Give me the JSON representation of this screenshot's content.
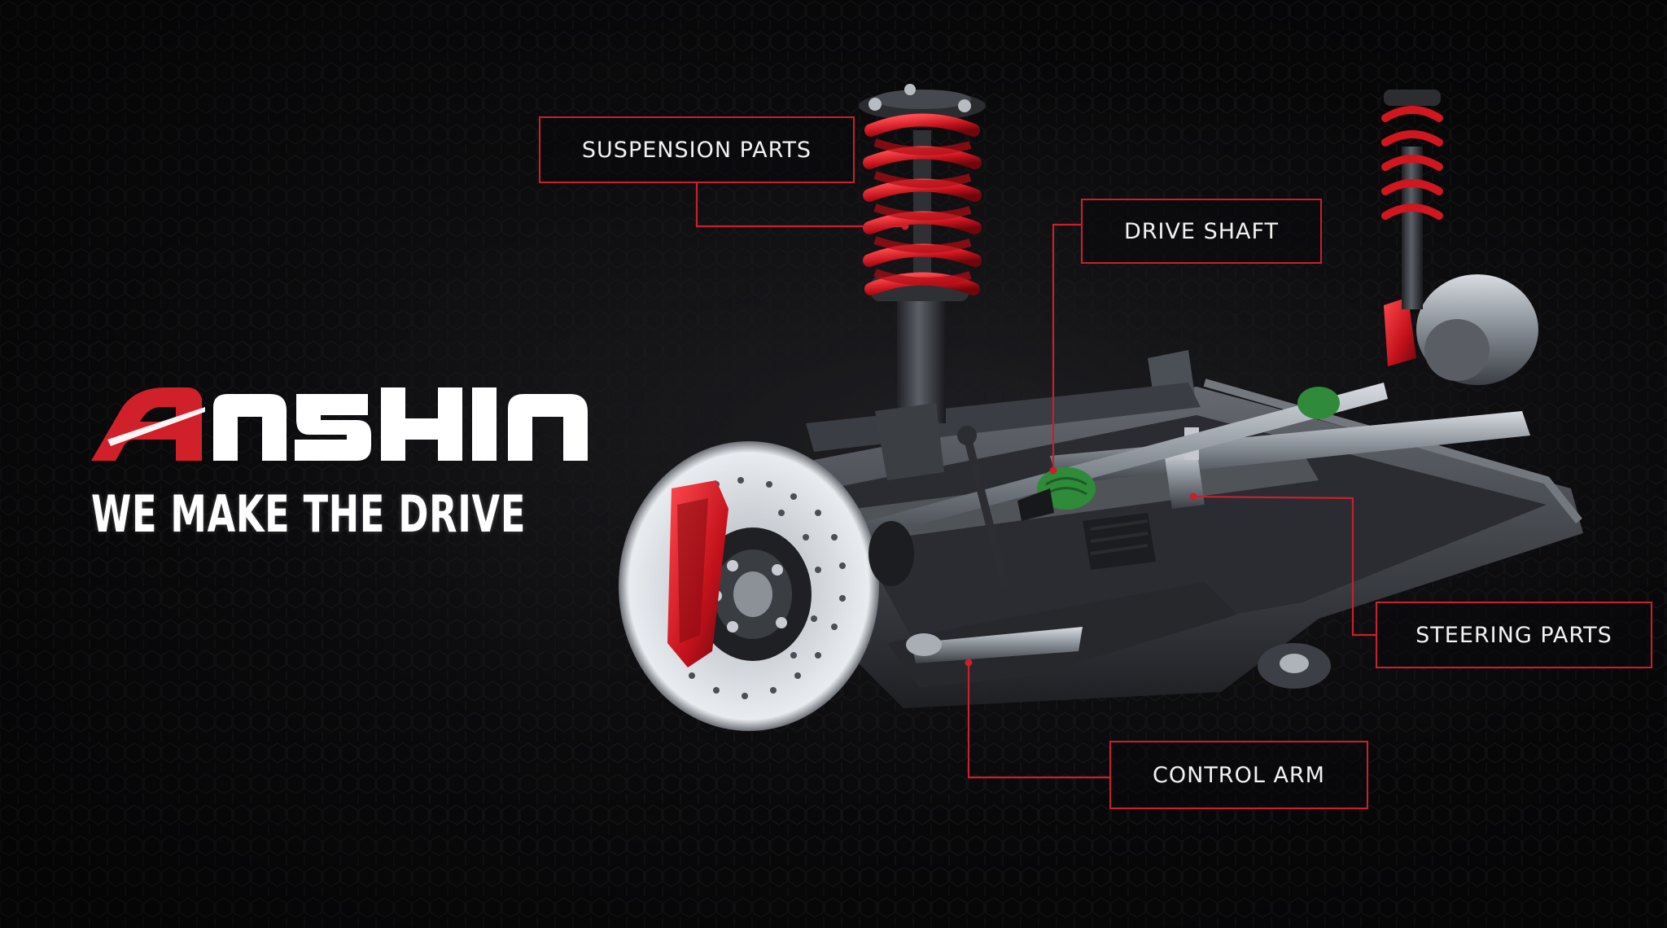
{
  "brand": {
    "name": "ANSHIN",
    "tagline": "WE MAKE THE DRIVE",
    "colors": {
      "red": "#d0202a",
      "white": "#ffffff"
    }
  },
  "callouts": {
    "suspension": "SUSPENSION PARTS",
    "drive_shaft": "DRIVE SHAFT",
    "steering": "STEERING PARTS",
    "control_arm": "CONTROL ARM"
  },
  "theme": {
    "background": "#0b0b0d",
    "accent": "#c8202c",
    "metal": "#9aa0a8",
    "spring_red": "#c4121c",
    "boot_green": "#2f8a3a"
  }
}
